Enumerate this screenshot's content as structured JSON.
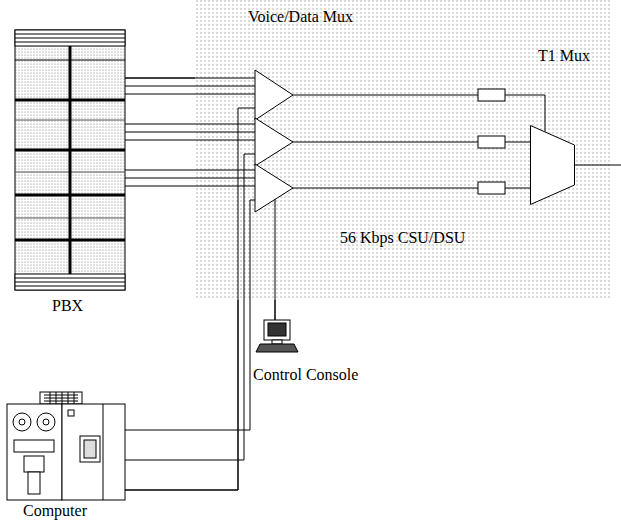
{
  "diagram": {
    "nodes": [
      {
        "text": [
          "Voice/Data Mux"
        ]
      },
      {
        "text": [
          "T1 Mux"
        ],
        "in": 0
      },
      {
        "text": [
          "PBX"
        ]
      },
      {
        "text": [
          "Control Console"
        ]
      },
      {
        "text": [
          "Computer"
        ]
      }
    ],
    "edges": [
      {
        "from": 2,
        "to": 0,
        "arrow": "none"
      },
      {
        "from": 4,
        "to": 0,
        "arrow": "none"
      },
      {
        "from": 3,
        "to": 0,
        "arrow": "none"
      }
    ],
    "labels": [
      "56 Kbps CSU/DSU"
    ]
  }
}
